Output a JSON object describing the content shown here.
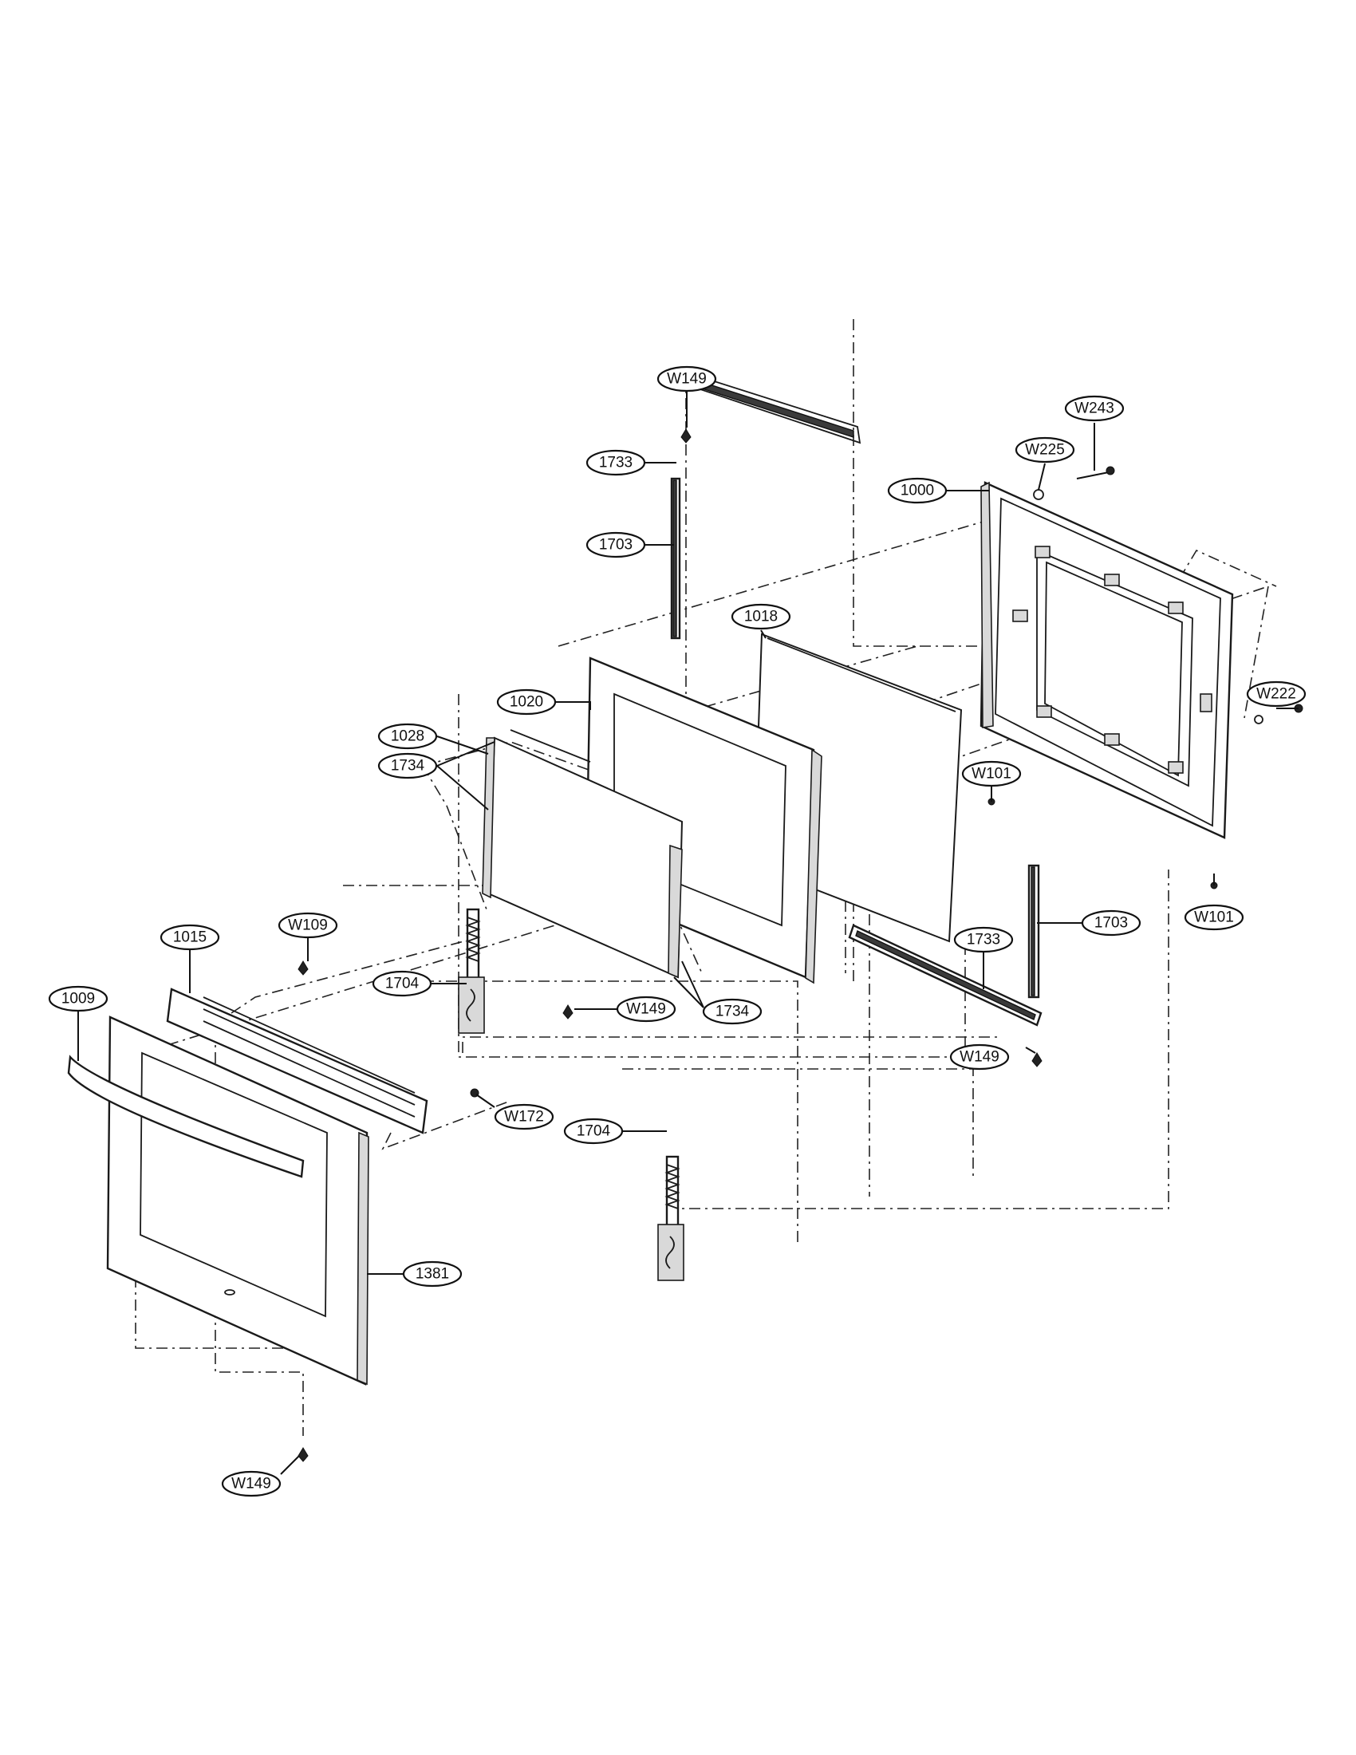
{
  "callouts": [
    {
      "id": "c-w149-top",
      "label": "W149"
    },
    {
      "id": "c-w243",
      "label": "W243"
    },
    {
      "id": "c-w225",
      "label": "W225"
    },
    {
      "id": "c-1733-top",
      "label": "1733"
    },
    {
      "id": "c-1000",
      "label": "1000"
    },
    {
      "id": "c-1703-top",
      "label": "1703"
    },
    {
      "id": "c-1018",
      "label": "1018"
    },
    {
      "id": "c-w222",
      "label": "W222"
    },
    {
      "id": "c-1020",
      "label": "1020"
    },
    {
      "id": "c-1028",
      "label": "1028"
    },
    {
      "id": "c-1734-a",
      "label": "1734"
    },
    {
      "id": "c-w101-a",
      "label": "W101"
    },
    {
      "id": "c-w109",
      "label": "W109"
    },
    {
      "id": "c-1015",
      "label": "1015"
    },
    {
      "id": "c-1733-bot",
      "label": "1733"
    },
    {
      "id": "c-1703-bot",
      "label": "1703"
    },
    {
      "id": "c-w101-b",
      "label": "W101"
    },
    {
      "id": "c-1704-a",
      "label": "1704"
    },
    {
      "id": "c-1009",
      "label": "1009"
    },
    {
      "id": "c-w149-mid",
      "label": "W149"
    },
    {
      "id": "c-1734-b",
      "label": "1734"
    },
    {
      "id": "c-w149-right",
      "label": "W149"
    },
    {
      "id": "c-w172",
      "label": "W172"
    },
    {
      "id": "c-1704-b",
      "label": "1704"
    },
    {
      "id": "c-1381",
      "label": "1381"
    },
    {
      "id": "c-w149-bot",
      "label": "W149"
    }
  ]
}
